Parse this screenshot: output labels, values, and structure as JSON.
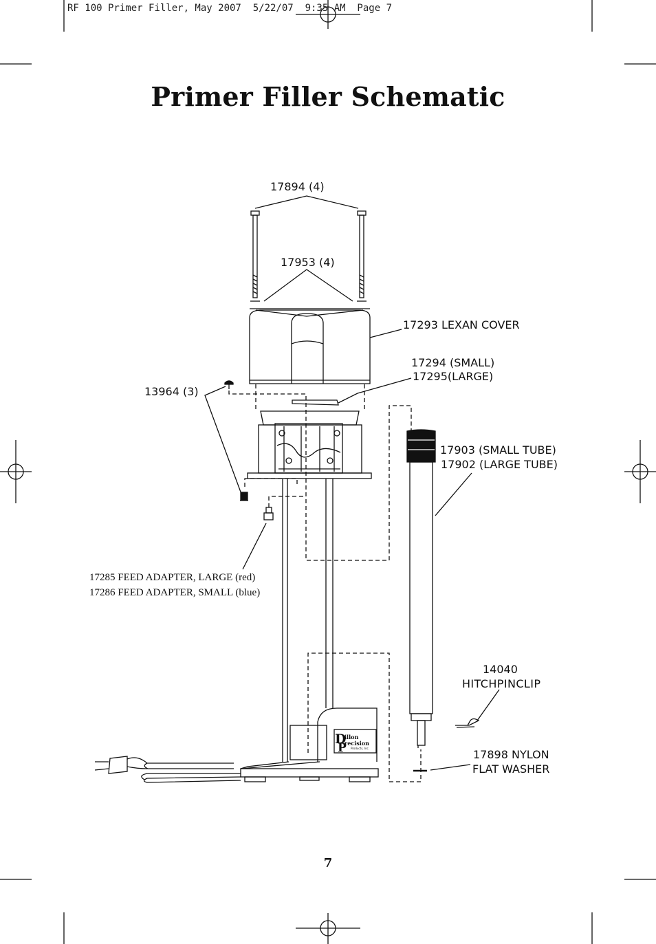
{
  "header": {
    "slug": "RF 100 Primer Filler, May 2007  5/22/07  9:35 AM  Page 7"
  },
  "title": "Primer Filler Schematic",
  "parts": {
    "bolt": "17894 (4)",
    "washer": "17953 (4)",
    "cover": "17293 LEXAN COVER",
    "plate_small": "17294 (SMALL)",
    "plate_large": "17295(LARGE)",
    "screw": "13964 (3)",
    "tube_small": "17903 (SMALL TUBE)",
    "tube_large": "17902 (LARGE TUBE)",
    "feed_large": "17285 FEED ADAPTER, LARGE (red)",
    "feed_small": "17286 FEED ADAPTER, SMALL (blue)",
    "clip_number": "14040",
    "clip_name": "HITCHPINCLIP",
    "nylon_washer": "17898 NYLON",
    "nylon_washer_type": "FLAT WASHER"
  },
  "logo": {
    "line1": "illon",
    "line2": "recision",
    "line3": "Products, Inc."
  },
  "page_number": "7"
}
